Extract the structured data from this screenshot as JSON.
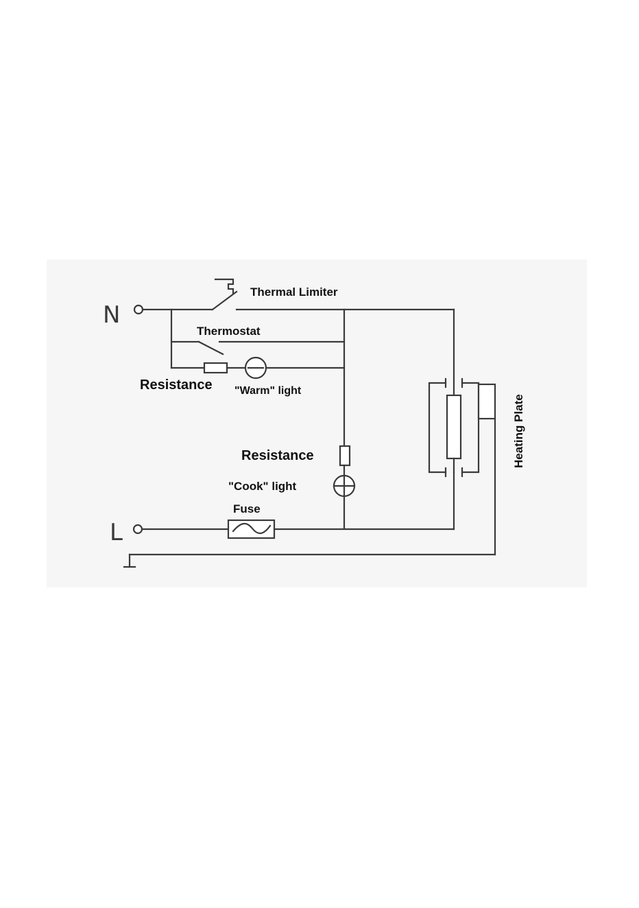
{
  "colors": {
    "line": "#3a3a3a",
    "text": "#111111",
    "panel": "#f6f6f6",
    "page": "#ffffff"
  },
  "terminals": {
    "neutral": "N",
    "live": "L"
  },
  "labels": {
    "thermal_limiter": "Thermal Limiter",
    "thermostat": "Thermostat",
    "resistance_warm": "Resistance",
    "warm_light": "\"Warm\" light",
    "resistance_cook": "Resistance",
    "cook_light": "\"Cook\" light",
    "fuse": "Fuse",
    "heating_plate": "Heating Plate"
  }
}
